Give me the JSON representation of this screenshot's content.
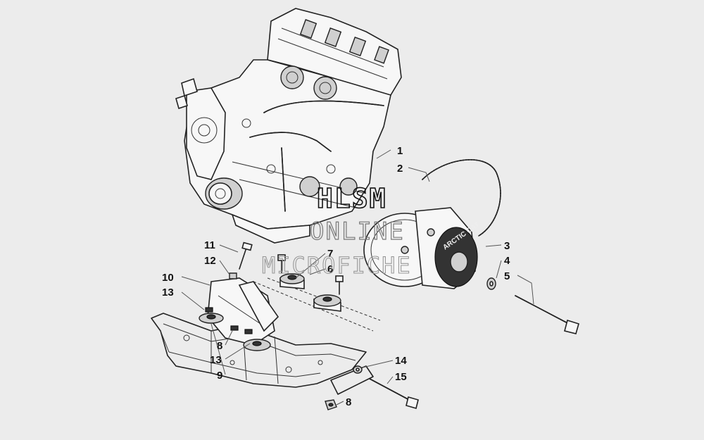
{
  "watermark": {
    "line1": "HLSM",
    "line2": "ONLINE",
    "line3": "MICROFICHE"
  },
  "pulley_label": "ARCTIC CAT",
  "callouts": [
    {
      "id": "c1",
      "label": "1"
    },
    {
      "id": "c2",
      "label": "2"
    },
    {
      "id": "c3",
      "label": "3"
    },
    {
      "id": "c4",
      "label": "4"
    },
    {
      "id": "c5",
      "label": "5"
    },
    {
      "id": "c6",
      "label": "6"
    },
    {
      "id": "c7",
      "label": "7"
    },
    {
      "id": "c8a",
      "label": "8"
    },
    {
      "id": "c8b",
      "label": "8"
    },
    {
      "id": "c9",
      "label": "9"
    },
    {
      "id": "c10",
      "label": "10"
    },
    {
      "id": "c11",
      "label": "11"
    },
    {
      "id": "c12",
      "label": "12"
    },
    {
      "id": "c13a",
      "label": "13"
    },
    {
      "id": "c13b",
      "label": "13"
    },
    {
      "id": "c14",
      "label": "14"
    },
    {
      "id": "c15",
      "label": "15"
    }
  ]
}
